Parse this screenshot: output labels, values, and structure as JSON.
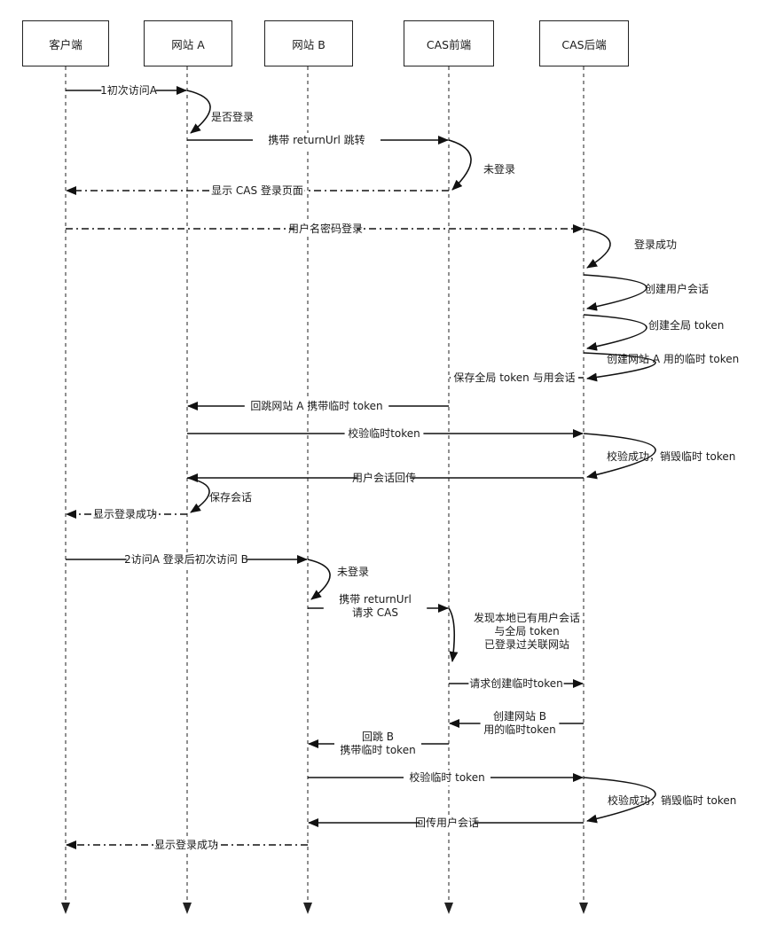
{
  "actors": [
    {
      "id": "client",
      "label": "客户端"
    },
    {
      "id": "siteA",
      "label": "网站 A"
    },
    {
      "id": "siteB",
      "label": "网站 B"
    },
    {
      "id": "casFront",
      "label": "CAS前端"
    },
    {
      "id": "casBack",
      "label": "CAS后端"
    }
  ],
  "messages": [
    {
      "from": "client",
      "to": "siteA",
      "style": "solid",
      "lines": [
        "1初次访问A"
      ]
    },
    {
      "from": "siteA",
      "to": "siteA",
      "style": "curve",
      "lines": [
        "是否登录"
      ]
    },
    {
      "from": "siteA",
      "to": "casFront",
      "style": "solid",
      "lines": [
        "携带 returnUrl 跳转"
      ]
    },
    {
      "from": "casFront",
      "to": "casFront",
      "style": "curve",
      "lines": [
        "未登录"
      ]
    },
    {
      "from": "casFront",
      "to": "client",
      "style": "dashdot",
      "lines": [
        "显示 CAS 登录页面"
      ]
    },
    {
      "from": "client",
      "to": "casBack",
      "style": "dashdot",
      "lines": [
        "用户名密码登录"
      ]
    },
    {
      "from": "casBack",
      "to": "casBack",
      "style": "curve",
      "lines": [
        "登录成功"
      ]
    },
    {
      "from": "casBack",
      "to": "casBack",
      "style": "curve",
      "lines": [
        "创建用户会话"
      ]
    },
    {
      "from": "casBack",
      "to": "casBack",
      "style": "curve",
      "lines": [
        "创建全局 token"
      ]
    },
    {
      "from": "casBack",
      "to": "casBack",
      "style": "curve",
      "lines": [
        "创建网站 A 用的临时 token"
      ]
    },
    {
      "from": "casBack",
      "to": "casFront",
      "style": "solid",
      "lines": [
        "保存全局 token 与用会话"
      ]
    },
    {
      "from": "casFront",
      "to": "siteA",
      "style": "solid",
      "lines": [
        "回跳网站 A 携带临时 token"
      ]
    },
    {
      "from": "siteA",
      "to": "casBack",
      "style": "solid",
      "lines": [
        "校验临时token"
      ]
    },
    {
      "from": "casBack",
      "to": "casBack",
      "style": "curve",
      "lines": [
        "校验成功，销毁临时 token"
      ]
    },
    {
      "from": "casBack",
      "to": "siteA",
      "style": "solid",
      "lines": [
        "用户会话回传"
      ]
    },
    {
      "from": "siteA",
      "to": "siteA",
      "style": "curve",
      "lines": [
        "保存会话"
      ]
    },
    {
      "from": "siteA",
      "to": "client",
      "style": "dashdot",
      "lines": [
        "显示登录成功"
      ]
    },
    {
      "from": "client",
      "to": "siteB",
      "style": "solid",
      "lines": [
        "2访问A 登录后初次访问 B"
      ]
    },
    {
      "from": "siteB",
      "to": "siteB",
      "style": "curve",
      "lines": [
        "未登录"
      ]
    },
    {
      "from": "siteB",
      "to": "casFront",
      "style": "solid",
      "lines": [
        "携带 returnUrl",
        "请求 CAS"
      ]
    },
    {
      "from": "casFront",
      "to": "casFront",
      "style": "curve",
      "lines": [
        "发现本地已有用户会话",
        "与全局 token",
        "已登录过关联网站"
      ]
    },
    {
      "from": "casFront",
      "to": "casBack",
      "style": "solid",
      "lines": [
        "请求创建临时token"
      ]
    },
    {
      "from": "casBack",
      "to": "casFront",
      "style": "solid",
      "lines": [
        "创建网站 B",
        "用的临时token"
      ]
    },
    {
      "from": "casFront",
      "to": "siteB",
      "style": "solid",
      "lines": [
        "回跳 B",
        "携带临时 token"
      ]
    },
    {
      "from": "siteB",
      "to": "casBack",
      "style": "solid",
      "lines": [
        "校验临时 token"
      ]
    },
    {
      "from": "casBack",
      "to": "casBack",
      "style": "curve",
      "lines": [
        "校验成功，销毁临时 token"
      ]
    },
    {
      "from": "casBack",
      "to": "siteB",
      "style": "solid",
      "lines": [
        "回传用户会话"
      ]
    },
    {
      "from": "siteB",
      "to": "client",
      "style": "dashdot",
      "lines": [
        "显示登录成功"
      ]
    }
  ]
}
